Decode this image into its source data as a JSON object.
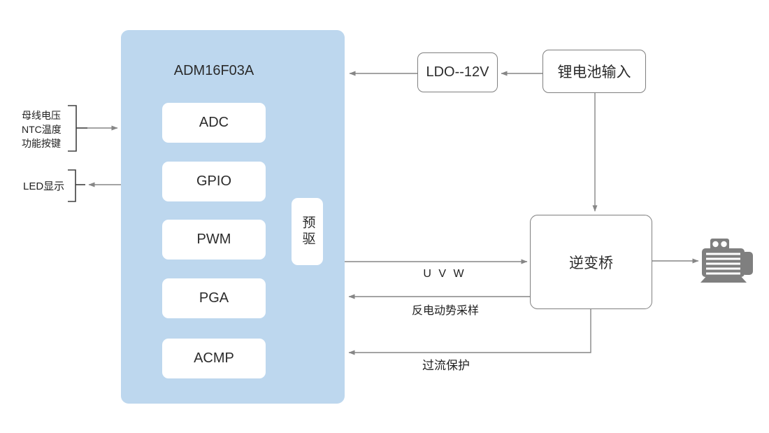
{
  "chip": {
    "title": "ADM16F03A",
    "modules": [
      "ADC",
      "GPIO",
      "PWM",
      "PGA",
      "ACMP"
    ],
    "predriver": "预驱"
  },
  "power": {
    "ldo": "LDO--12V",
    "battery": "锂电池输入"
  },
  "inverter": "逆变桥",
  "left_labels": {
    "inputs": [
      "母线电压",
      "NTC温度",
      "功能按键"
    ],
    "led": "LED显示"
  },
  "signal_labels": {
    "uvw": "U V W",
    "back_emf": "反电动势采样",
    "overcurrent": "过流保护"
  },
  "icons": {
    "motor": "motor-icon"
  },
  "colors": {
    "chip_fill": "#bdd7ee",
    "box_border": "#7f7f7f",
    "line": "#868686",
    "bracket": "#404040",
    "motor": "#7f7f7f",
    "text": "#2b2b2b"
  }
}
